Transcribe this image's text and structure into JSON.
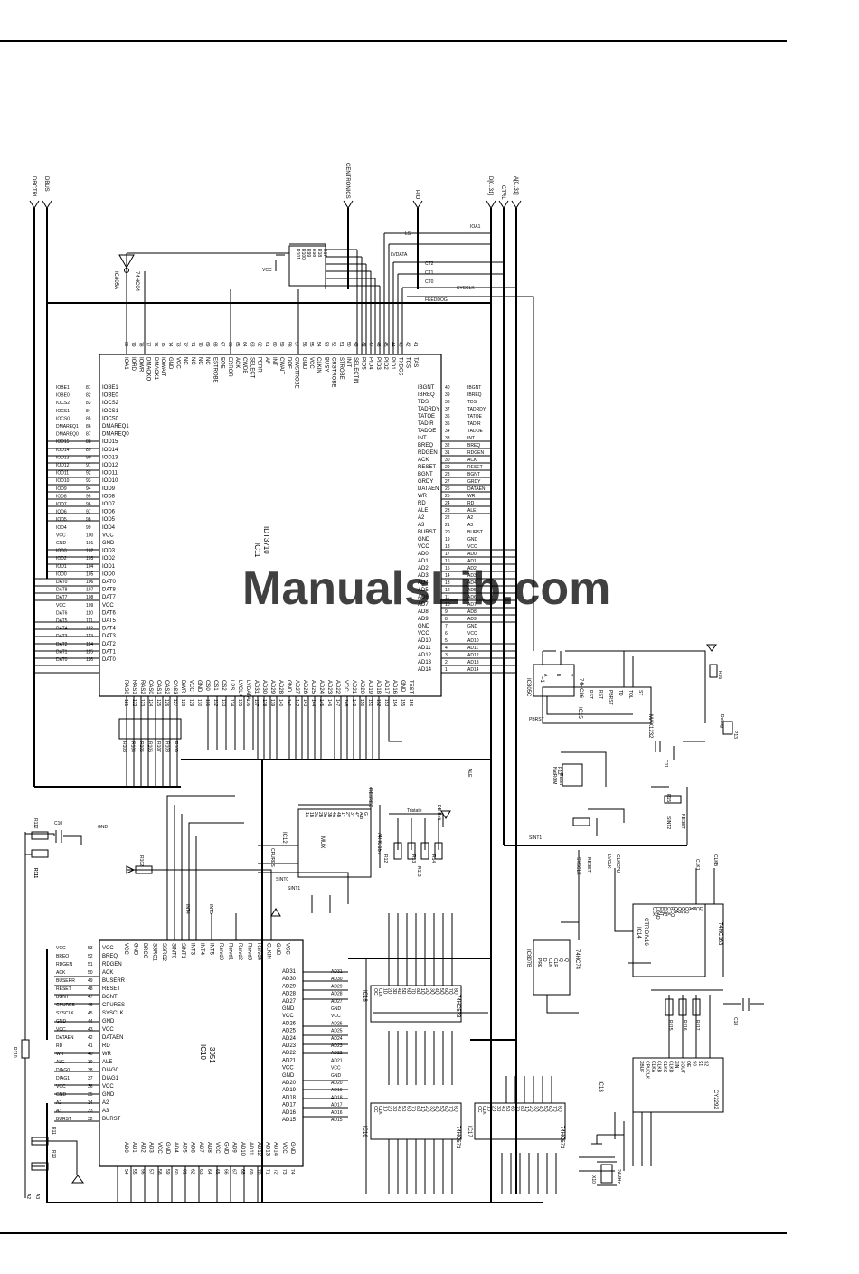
{
  "watermark": "ManualsLib.com",
  "buses": {
    "drctrl": "DRCTRL",
    "dbus": "DBUS",
    "centronics": "CENTRONICS",
    "pio": "PIO",
    "d031": "D[0..31]",
    "ctrl": "CTRL",
    "a031": "A[0..31]"
  },
  "ic11": {
    "ref": "IC11",
    "part": "IDT3710",
    "top_pins": [
      "IOA1",
      "IORD",
      "IOWR",
      "DMACKO",
      "DMACK1",
      "IOWAIT",
      "GND",
      "VCC",
      "NC",
      "NC",
      "NC",
      "NC",
      "ESTROBE",
      "EOE",
      "ERROR",
      "ACK",
      "CWDE",
      "SELECT",
      "PERR",
      "AF",
      "INT",
      "CWAIT",
      "DOE",
      "CWSTROBE",
      "GND",
      "VCC",
      "CLKIN",
      "BUSY",
      "CRSTROBE",
      "STROBE",
      "INIT",
      "SELECTIN",
      "PIO5",
      "PIO4",
      "PIO3",
      "PIO2",
      "PIO1",
      "TXDCS",
      "TCS",
      "TAS"
    ],
    "top_nums": [
      "80",
      "79",
      "78",
      "77",
      "76",
      "75",
      "74",
      "73",
      "72",
      "71",
      "70",
      "69",
      "68",
      "67",
      "66",
      "65",
      "64",
      "63",
      "62",
      "61",
      "60",
      "59",
      "58",
      "57",
      "56",
      "55",
      "54",
      "53",
      "52",
      "51",
      "50",
      "49",
      "48",
      "47",
      "46",
      "45",
      "44",
      "43",
      "42",
      "41"
    ],
    "left_pins": [
      "IOBE1",
      "IOBE0",
      "IOCS2",
      "IOCS1",
      "IOCS0",
      "DMAREQ1",
      "DMAREQ0",
      "IOD15",
      "IOD14",
      "IOD13",
      "IOD12",
      "IOD11",
      "IOD10",
      "IOD9",
      "IOD8",
      "IOD7",
      "IOD6",
      "IOD5",
      "IOD4",
      "VCC",
      "GND",
      "IOD3",
      "IOD2",
      "IOD1",
      "IOD0",
      "DAT0",
      "DAT8",
      "DAT7",
      "VCC",
      "DAT6",
      "DAT5",
      "DAT4",
      "DAT3",
      "DAT2",
      "DAT1",
      "DAT0"
    ],
    "left_nums": [
      "81",
      "82",
      "83",
      "84",
      "85",
      "86",
      "87",
      "88",
      "89",
      "90",
      "91",
      "92",
      "93",
      "94",
      "95",
      "96",
      "97",
      "98",
      "99",
      "100",
      "101",
      "102",
      "103",
      "104",
      "105",
      "106",
      "107",
      "108",
      "109",
      "110",
      "111",
      "112",
      "113",
      "114",
      "115",
      "116"
    ],
    "right_pins": [
      "IBGNT",
      "IBREQ",
      "TDS",
      "TADRDY",
      "TATOE",
      "TADIR",
      "TADOE",
      "INT",
      "BREQ",
      "RDGEN",
      "ACK",
      "RESET",
      "BGNT",
      "GRDY",
      "DATAEN",
      "WR",
      "RD",
      "ALE",
      "A2",
      "A3",
      "BURST",
      "GND",
      "VCC",
      "AD0",
      "AD1",
      "AD2",
      "AD3",
      "AD4",
      "AD5",
      "AD6",
      "AD7",
      "AD8",
      "AD9",
      "GND",
      "VCC",
      "AD10",
      "AD11",
      "AD12",
      "AD13",
      "AD14"
    ],
    "right_nums": [
      "40",
      "39",
      "38",
      "37",
      "36",
      "35",
      "34",
      "33",
      "32",
      "31",
      "30",
      "29",
      "28",
      "27",
      "26",
      "25",
      "24",
      "23",
      "22",
      "21",
      "20",
      "19",
      "18",
      "17",
      "16",
      "15",
      "14",
      "13",
      "12",
      "11",
      "10",
      "9",
      "8",
      "7",
      "6",
      "5",
      "4",
      "3",
      "2",
      "1"
    ],
    "bottom_pins": [
      "RAS0",
      "RAS1",
      "RAS2",
      "CAS0",
      "CAS1",
      "CAS2",
      "CAS3",
      "DWR",
      "VCC",
      "GND",
      "CS0",
      "CS1",
      "CS2",
      "LPS",
      "LVCLK",
      "LVDATA",
      "AD31",
      "AD30",
      "AD29",
      "AD28",
      "GND",
      "AD27",
      "AD26",
      "AD25",
      "AD24",
      "AD23",
      "AD22",
      "VCC",
      "AD21",
      "AD20",
      "AD19",
      "AD18",
      "AD17",
      "AD16",
      "GND",
      "TEST"
    ],
    "bottom_nums": [
      "121",
      "122",
      "123",
      "124",
      "125",
      "126",
      "127",
      "128",
      "129",
      "130",
      "131",
      "132",
      "133",
      "134",
      "135",
      "136",
      "137",
      "138",
      "139",
      "140",
      "141",
      "142",
      "143",
      "144",
      "145",
      "146",
      "147",
      "148",
      "149",
      "150",
      "151",
      "152",
      "153",
      "154",
      "155",
      "156"
    ]
  },
  "ic10": {
    "ref": "IC10",
    "part": "3051",
    "top_pins": [
      "VCC",
      "GND",
      "BRCO",
      "SSRC1",
      "SSRC2",
      "SINT0",
      "SINT1",
      "INT3",
      "INT4",
      "INT5",
      "Rsrvd0",
      "Rsrvd1",
      "Rsrvd2",
      "Rsrvd3",
      "Rsrvd4",
      "CLKIN",
      "GND",
      "VCC"
    ],
    "left_pins": [
      "VCC",
      "BREQ",
      "RDGEN",
      "ACK",
      "BUSERR",
      "RESET",
      "BGNT",
      "CPURES",
      "SYSCLK",
      "GND",
      "VCC",
      "DATAEN",
      "RD",
      "WR",
      "ALE",
      "DIAG0",
      "DIAG1",
      "VCC",
      "GND",
      "A2",
      "A3",
      "BURST"
    ],
    "left_nums": [
      "53",
      "52",
      "51",
      "50",
      "49",
      "48",
      "47",
      "46",
      "45",
      "44",
      "43",
      "42",
      "41",
      "40",
      "39",
      "38",
      "37",
      "36",
      "35",
      "34",
      "33",
      "32"
    ],
    "right_pins": [
      "AD31",
      "AD30",
      "AD29",
      "AD28",
      "AD27",
      "GND",
      "VCC",
      "AD26",
      "AD25",
      "AD24",
      "AD23",
      "AD22",
      "AD21",
      "VCC",
      "GND",
      "AD20",
      "AD19",
      "AD18",
      "AD17",
      "AD16",
      "AD15"
    ],
    "bottom_pins": [
      "AD0",
      "AD1",
      "AD2",
      "AD3",
      "VCC",
      "GND",
      "AD4",
      "AD5",
      "AD6",
      "AD7",
      "AD8",
      "VCC",
      "GND",
      "AD9",
      "AD10",
      "AD11",
      "AD12",
      "AD13",
      "AD14",
      "VCC",
      "GND"
    ],
    "bottom_nums": [
      "54",
      "55",
      "56",
      "57",
      "58",
      "59",
      "60",
      "61",
      "62",
      "63",
      "64",
      "65",
      "66",
      "67",
      "68",
      "69",
      "70",
      "71",
      "72",
      "73",
      "74"
    ]
  },
  "ic12": {
    "ref": "IC12",
    "part": "74HC157",
    "label": "MUX",
    "pins": [
      "1A",
      "1B",
      "2A",
      "2B",
      "3A",
      "3B",
      "4A",
      "4B",
      "1Y",
      "2Y",
      "3Y",
      "4Y",
      "A/B",
      "G"
    ]
  },
  "ic13": {
    "ref": "IC13",
    "part": "CY2292",
    "pins": [
      "XBUF",
      "CPUCLK",
      "CLKA",
      "CLKB",
      "CLKC",
      "CLKD",
      "XIN",
      "XOUT",
      "OE",
      "S0",
      "S1",
      "S2"
    ]
  },
  "ic14": {
    "ref": "IC14",
    "part": "74HC163",
    "label": "CTR DIV16",
    "pins": [
      "CLR",
      "LOAD",
      "ENT",
      "ENP",
      "CLK",
      "RCO",
      "QA",
      "QB",
      "QC",
      "QD",
      "A",
      "B",
      "C",
      "D"
    ]
  },
  "ic15": {
    "ref": "IC15",
    "part": "MAX1232",
    "pins": [
      "RST",
      "RST",
      "PBRST",
      "TD",
      "TOL",
      "ST"
    ]
  },
  "ic16": {
    "ref": "IC16",
    "part": "74HC573",
    "pins": [
      "OC",
      "CLK",
      "1D",
      "2D",
      "3D",
      "4D",
      "5D",
      "6D",
      "7D",
      "8D",
      "1Q",
      "2Q",
      "3Q",
      "4Q",
      "5Q",
      "6Q",
      "7Q",
      "8Q"
    ]
  },
  "ic17": {
    "ref": "IC17",
    "part": "74HC573",
    "pins": [
      "OC",
      "CLK",
      "1D",
      "2D",
      "3D",
      "4D",
      "5D",
      "6D",
      "7D",
      "8D",
      "1Q",
      "2Q",
      "3Q",
      "4Q",
      "5Q",
      "6Q",
      "7Q",
      "8Q"
    ]
  },
  "ic18": {
    "ref": "IC18",
    "part": "74HC573",
    "pins": [
      "OC",
      "CLK",
      "1D",
      "2D",
      "3D",
      "4D",
      "5D",
      "6D",
      "7D",
      "8D",
      "1Q",
      "2Q",
      "3Q",
      "4Q",
      "5Q",
      "6Q",
      "7Q",
      "8Q"
    ]
  },
  "ic805a": {
    "ref": "IC805A",
    "part": "74HC04"
  },
  "ic805c": {
    "ref": "IC805C",
    "part": "74HC86",
    "label": "=1",
    "pins": [
      "A",
      "B",
      "Y"
    ]
  },
  "ic807b": {
    "ref": "IC807B",
    "part": "74HC74",
    "pins": [
      "PRE",
      "D",
      "CLK",
      "CLR",
      "Q",
      "Q"
    ]
  },
  "resistor_array": [
    "R101",
    "R100",
    "R99",
    "R98",
    "R18",
    "R17"
  ],
  "resistors_bottom": [
    "R103",
    "R104",
    "R105",
    "R106",
    "R107",
    "R108",
    "R109"
  ],
  "misc_labels": {
    "ioa1": "IOA1",
    "ls": "LS",
    "lvdata": "LVDATA",
    "ct2": "CT2",
    "ct1": "CT1",
    "ct0": "CT0",
    "sysclk": "SYSCLK",
    "feeddog": "FEEDDOG",
    "tristate": "Tristate",
    "db_belt": "DB Belt",
    "debug": "Debug",
    "p13": "P13",
    "p12": "P12",
    "mattrom": "NatROM",
    "reset_sw": "Reset",
    "c11": "C11",
    "c10": "C10",
    "c18": "C18",
    "r12": "R12",
    "r13": "R13",
    "r14": "R14",
    "r15": "R15",
    "r16": "R16",
    "r110": "R110",
    "r111": "R111",
    "r112": "R112",
    "r113": "R113",
    "r115": "R115",
    "r116": "R116",
    "r117": "R117",
    "r10": "R10",
    "r11": "R11",
    "r102": "R102",
    "x10": "X10",
    "xtal": "24MHz",
    "cpures": "CPURES",
    "sint0": "SINT0",
    "sint1": "SINT1",
    "sint1b": "SINT1",
    "resres": "RESRES",
    "ale": "ALE",
    "pbrst": "PBRST",
    "sysclk2": "SYSCLK",
    "reset": "RESET",
    "lvclk": "LVCLK",
    "clkcpu": "CLKCPU",
    "clk1": "CLK1",
    "clkb": "CLKB",
    "reset2": "RESET",
    "vcc": "VCC",
    "gnd": "GND",
    "a2": "A2",
    "a3": "A3",
    "int4": "INT4",
    "int5": "INT5",
    "sint2": "SINT2"
  }
}
